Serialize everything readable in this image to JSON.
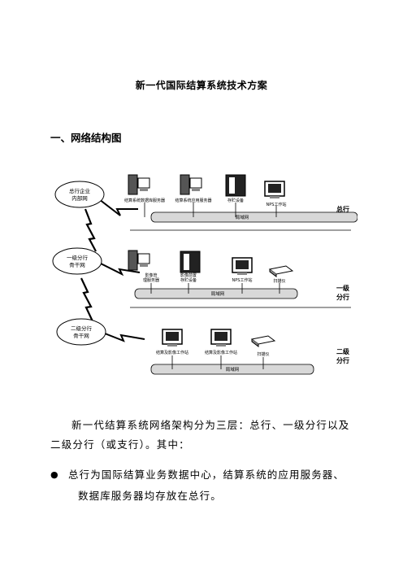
{
  "title": "新一代国际结算系统技术方案",
  "section": "一、网络结构图",
  "diagram": {
    "clouds": [
      "总行企业内部网",
      "一级分行骨干网",
      "二级分行骨干网"
    ],
    "cloud_lines": {
      "c1": [
        "总行企业",
        "内部网"
      ],
      "c2": [
        "一级分行",
        "骨干网"
      ],
      "c3": [
        "二级分行",
        "骨干网"
      ]
    },
    "hq": {
      "devices": [
        "结算系统数据库服务器",
        "结算系统应用服务器",
        "存贮设备",
        "NPS工作站"
      ],
      "lan": "局域网",
      "tier": "总行"
    },
    "tier1": {
      "devices": [
        "影像管理服务器",
        "影像前置存贮设备",
        "NPS工作站",
        "扫描仪"
      ],
      "device_lines": {
        "server": [
          "影像管",
          "理服务器"
        ],
        "storage": [
          "影像前置",
          "存贮设备"
        ]
      },
      "lan": "局域网",
      "tier": "一级分行",
      "tier_lines": [
        "一级",
        "分行"
      ]
    },
    "tier2": {
      "devices": [
        "结算及影像工作站",
        "结算及影像工作站",
        "扫描仪"
      ],
      "lan": "局域网",
      "tier": "二级分行",
      "tier_lines": [
        "二级",
        "分行"
      ]
    }
  },
  "paragraph": "新一代结算系统网络架构分为三层：总行、一级分行以及二级分行（或支行）。其中：",
  "bullets": [
    {
      "line1": "总行为国际结算业务数据中心，结算系统的应用服务器、",
      "line2": "数据库服务器均存放在总行。"
    }
  ]
}
